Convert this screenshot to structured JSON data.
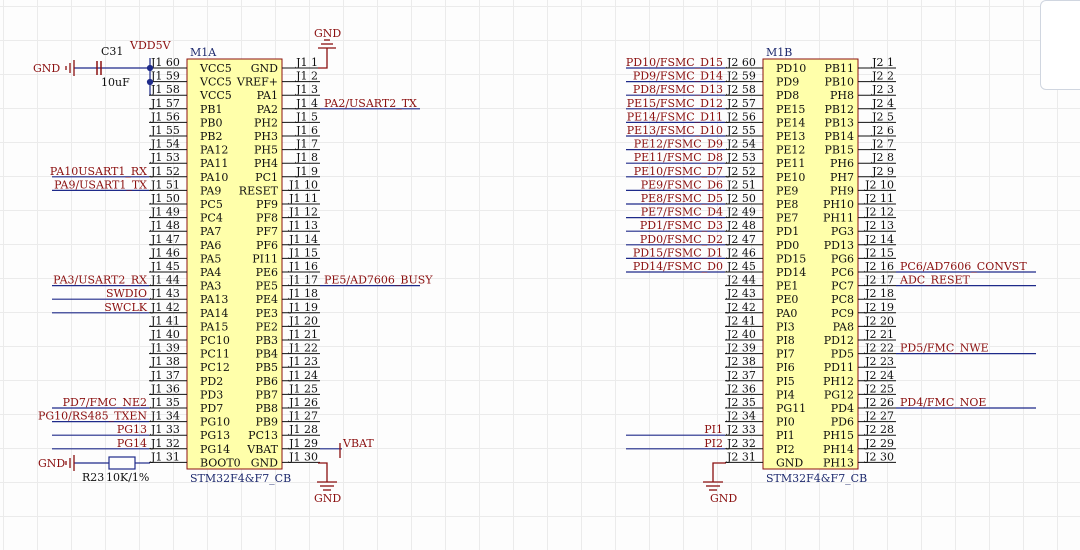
{
  "colors": {
    "component_fill": "#ffffaa",
    "component_border": "#8b1010",
    "wire": "#1e2a8a",
    "net_label": "#8b1010",
    "text": "#111111",
    "title": "#1e2a6e"
  },
  "left": {
    "designator": "M1A",
    "part": "STM32F4&F7_CB",
    "left_pins": [
      {
        "num": "J1 60",
        "name": "VCC5"
      },
      {
        "num": "J1 59",
        "name": "VCC5"
      },
      {
        "num": "J1 58",
        "name": "VCC5"
      },
      {
        "num": "J1 57",
        "name": "PB1"
      },
      {
        "num": "J1 56",
        "name": "PB0"
      },
      {
        "num": "J1 55",
        "name": "PB2"
      },
      {
        "num": "J1 54",
        "name": "PA12"
      },
      {
        "num": "J1 53",
        "name": "PA11"
      },
      {
        "num": "J1 52",
        "name": "PA10",
        "net": "PA10USART1_RX"
      },
      {
        "num": "J1 51",
        "name": "PA9",
        "net": "PA9/USART1_TX"
      },
      {
        "num": "J1 50",
        "name": "PC5"
      },
      {
        "num": "J1 49",
        "name": "PC4"
      },
      {
        "num": "J1 48",
        "name": "PA7"
      },
      {
        "num": "J1 47",
        "name": "PA6"
      },
      {
        "num": "J1 46",
        "name": "PA5"
      },
      {
        "num": "J1 45",
        "name": "PA4"
      },
      {
        "num": "J1 44",
        "name": "PA3",
        "net": "PA3/USART2_RX"
      },
      {
        "num": "J1 43",
        "name": "PA13",
        "net": "SWDIO"
      },
      {
        "num": "J1 42",
        "name": "PA14",
        "net": "SWCLK"
      },
      {
        "num": "J1 41",
        "name": "PA15"
      },
      {
        "num": "J1 40",
        "name": "PC10"
      },
      {
        "num": "J1 39",
        "name": "PC11"
      },
      {
        "num": "J1 38",
        "name": "PC12"
      },
      {
        "num": "J1 37",
        "name": "PD2"
      },
      {
        "num": "J1 36",
        "name": "PD3"
      },
      {
        "num": "J1 35",
        "name": "PD7",
        "net": "PD7/FMC_NE2"
      },
      {
        "num": "J1 34",
        "name": "PG10",
        "net": "PG10/RS485_TXEN"
      },
      {
        "num": "J1 33",
        "name": "PG13",
        "net": "PG13"
      },
      {
        "num": "J1 32",
        "name": "PG14",
        "net": "PG14"
      },
      {
        "num": "J1 31",
        "name": "BOOT0"
      }
    ],
    "right_pins": [
      {
        "num": "J1 1",
        "name": "GND"
      },
      {
        "num": "J1 2",
        "name": "VREF+"
      },
      {
        "num": "J1 3",
        "name": "PA1"
      },
      {
        "num": "J1 4",
        "name": "PA2",
        "net": "PA2/USART2_TX"
      },
      {
        "num": "J1 5",
        "name": "PH2"
      },
      {
        "num": "J1 6",
        "name": "PH3"
      },
      {
        "num": "J1 7",
        "name": "PH5"
      },
      {
        "num": "J1 8",
        "name": "PH4"
      },
      {
        "num": "J1 9",
        "name": "PC1"
      },
      {
        "num": "J1 10",
        "name": "RESET"
      },
      {
        "num": "J1 11",
        "name": "PF9"
      },
      {
        "num": "J1 12",
        "name": "PF8"
      },
      {
        "num": "J1 13",
        "name": "PF7"
      },
      {
        "num": "J1 14",
        "name": "PF6"
      },
      {
        "num": "J1 15",
        "name": "PI11"
      },
      {
        "num": "J1 16",
        "name": "PE6"
      },
      {
        "num": "J1 17",
        "name": "PE5",
        "net": "PE5/AD7606_BUSY"
      },
      {
        "num": "J1 18",
        "name": "PE4"
      },
      {
        "num": "J1 19",
        "name": "PE3"
      },
      {
        "num": "J1 20",
        "name": "PE2"
      },
      {
        "num": "J1 21",
        "name": "PB3"
      },
      {
        "num": "J1 22",
        "name": "PB4"
      },
      {
        "num": "J1 23",
        "name": "PB5"
      },
      {
        "num": "J1 24",
        "name": "PB6"
      },
      {
        "num": "J1 25",
        "name": "PB7"
      },
      {
        "num": "J1 26",
        "name": "PB8"
      },
      {
        "num": "J1 27",
        "name": "PB9"
      },
      {
        "num": "J1 28",
        "name": "PC13"
      },
      {
        "num": "J1 29",
        "name": "VBAT",
        "net": "VBAT"
      },
      {
        "num": "J1 30",
        "name": "GND"
      }
    ],
    "extras": {
      "cap_ref": "C31",
      "cap_val": "10uF",
      "vdd": "VDD5V",
      "gnd": "GND",
      "r_ref": "R23",
      "r_val": "10K/1%"
    }
  },
  "right": {
    "designator": "M1B",
    "part": "STM32F4&F7_CB",
    "left_pins": [
      {
        "num": "J2 60",
        "name": "PD10",
        "net": "PD10/FSMC_D15"
      },
      {
        "num": "J2 59",
        "name": "PD9",
        "net": "PD9/FSMC_D14"
      },
      {
        "num": "J2 58",
        "name": "PD8",
        "net": "PD8/FSMC_D13"
      },
      {
        "num": "J2 57",
        "name": "PE15",
        "net": "PE15/FSMC_D12"
      },
      {
        "num": "J2 56",
        "name": "PE14",
        "net": "PE14/FSMC_D11"
      },
      {
        "num": "J2 55",
        "name": "PE13",
        "net": "PE13/FSMC_D10"
      },
      {
        "num": "J2 54",
        "name": "PE12",
        "net": "PE12/FSMC_D9"
      },
      {
        "num": "J2 53",
        "name": "PE11",
        "net": "PE11/FSMC_D8"
      },
      {
        "num": "J2 52",
        "name": "PE10",
        "net": "PE10/FSMC_D7"
      },
      {
        "num": "J2 51",
        "name": "PE9",
        "net": "PE9/FSMC_D6"
      },
      {
        "num": "J2 50",
        "name": "PE8",
        "net": "PE8/FSMC_D5"
      },
      {
        "num": "J2 49",
        "name": "PE7",
        "net": "PE7/FSMC_D4"
      },
      {
        "num": "J2 48",
        "name": "PD1",
        "net": "PD1/FSMC_D3"
      },
      {
        "num": "J2 47",
        "name": "PD0",
        "net": "PD0/FSMC_D2"
      },
      {
        "num": "J2 46",
        "name": "PD15",
        "net": "PD15/FSMC_D1"
      },
      {
        "num": "J2 45",
        "name": "PD14",
        "net": "PD14/FSMC_D0"
      },
      {
        "num": "J2 44",
        "name": "PE1"
      },
      {
        "num": "J2 43",
        "name": "PE0"
      },
      {
        "num": "J2 42",
        "name": "PA0"
      },
      {
        "num": "J2 41",
        "name": "PI3"
      },
      {
        "num": "J2 40",
        "name": "PI8"
      },
      {
        "num": "J2 39",
        "name": "PI7"
      },
      {
        "num": "J2 38",
        "name": "PI6"
      },
      {
        "num": "J2 37",
        "name": "PI5"
      },
      {
        "num": "J2 36",
        "name": "PI4"
      },
      {
        "num": "J2 35",
        "name": "PG11"
      },
      {
        "num": "J2 34",
        "name": "PI0"
      },
      {
        "num": "J2 33",
        "name": "PI1",
        "net": "PI1"
      },
      {
        "num": "J2 32",
        "name": "PI2",
        "net": "PI2"
      },
      {
        "num": "J2 31",
        "name": "GND"
      }
    ],
    "right_pins": [
      {
        "num": "J2 1",
        "name": "PB11"
      },
      {
        "num": "J2 2",
        "name": "PB10"
      },
      {
        "num": "J2 3",
        "name": "PH8"
      },
      {
        "num": "J2 4",
        "name": "PB12"
      },
      {
        "num": "J2 5",
        "name": "PB13"
      },
      {
        "num": "J2 6",
        "name": "PB14"
      },
      {
        "num": "J2 7",
        "name": "PB15"
      },
      {
        "num": "J2 8",
        "name": "PH6"
      },
      {
        "num": "J2 9",
        "name": "PH7"
      },
      {
        "num": "J2 10",
        "name": "PH9"
      },
      {
        "num": "J2 11",
        "name": "PH10"
      },
      {
        "num": "J2 12",
        "name": "PH11"
      },
      {
        "num": "J2 13",
        "name": "PG3"
      },
      {
        "num": "J2 14",
        "name": "PD13"
      },
      {
        "num": "J2 15",
        "name": "PG6"
      },
      {
        "num": "J2 16",
        "name": "PC6",
        "net": "PC6/AD7606_CONVST"
      },
      {
        "num": "J2 17",
        "name": "PC7",
        "net": "ADC_RESET"
      },
      {
        "num": "J2 18",
        "name": "PC8"
      },
      {
        "num": "J2 19",
        "name": "PC9"
      },
      {
        "num": "J2 20",
        "name": "PA8"
      },
      {
        "num": "J2 21",
        "name": "PD12"
      },
      {
        "num": "J2 22",
        "name": "PD5",
        "net": "PD5/FMC_NWE"
      },
      {
        "num": "J2 23",
        "name": "PD11"
      },
      {
        "num": "J2 24",
        "name": "PH12"
      },
      {
        "num": "J2 25",
        "name": "PG12"
      },
      {
        "num": "J2 26",
        "name": "PD4",
        "net": "PD4/FMC_NOE"
      },
      {
        "num": "J2 27",
        "name": "PD6"
      },
      {
        "num": "J2 28",
        "name": "PH15"
      },
      {
        "num": "J2 29",
        "name": "PH14"
      },
      {
        "num": "J2 30",
        "name": "PH13"
      }
    ],
    "extras": {
      "gnd": "GND"
    }
  },
  "top_gnd": "GND",
  "bottom_gnd": "GND"
}
